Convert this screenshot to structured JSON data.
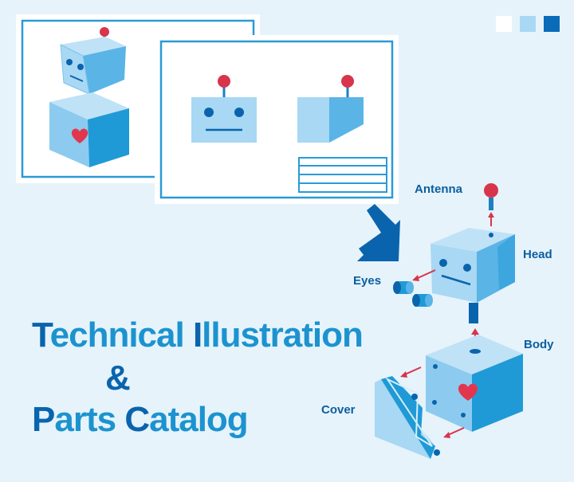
{
  "swatches": [
    "#ffffff",
    "#a8d8f3",
    "#0a6bb8"
  ],
  "colors": {
    "background": "#e6f3fb",
    "title_dark": "#0a64ad",
    "title_light": "#1c93cf",
    "label": "#0b5e9f",
    "robot_light": "#bfe2f7",
    "robot_mid": "#8ccbef",
    "robot_dark": "#1f9ad6",
    "antenna_ball": "#d8344b",
    "arrow_red": "#d8344b",
    "heart": "#e2364f",
    "sheet_border": "#2a9ad6"
  },
  "labels": {
    "antenna": "Antenna",
    "head": "Head",
    "eyes": "Eyes",
    "body": "Body",
    "cover": "Cover"
  },
  "title": {
    "line1_first": "T",
    "line1_rest": "echnical ",
    "line1_first2": "I",
    "line1_rest2": "llustration",
    "line2": "&",
    "line3_first": "P",
    "line3_rest": "arts ",
    "line3_first2": "C",
    "line3_rest2": "atalog"
  }
}
